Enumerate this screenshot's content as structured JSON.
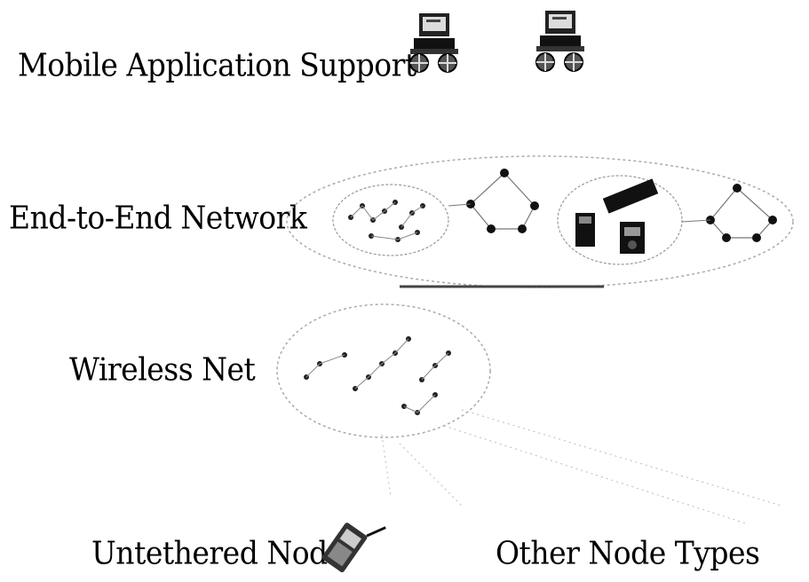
{
  "layers": {
    "mobile_application_support": "Mobile Application Support",
    "end_to_end_network": "End-to-End Network",
    "wireless_net": "Wireless Net",
    "untethered_node": "Untethered Node",
    "other_node_types": "Other Node Types"
  }
}
